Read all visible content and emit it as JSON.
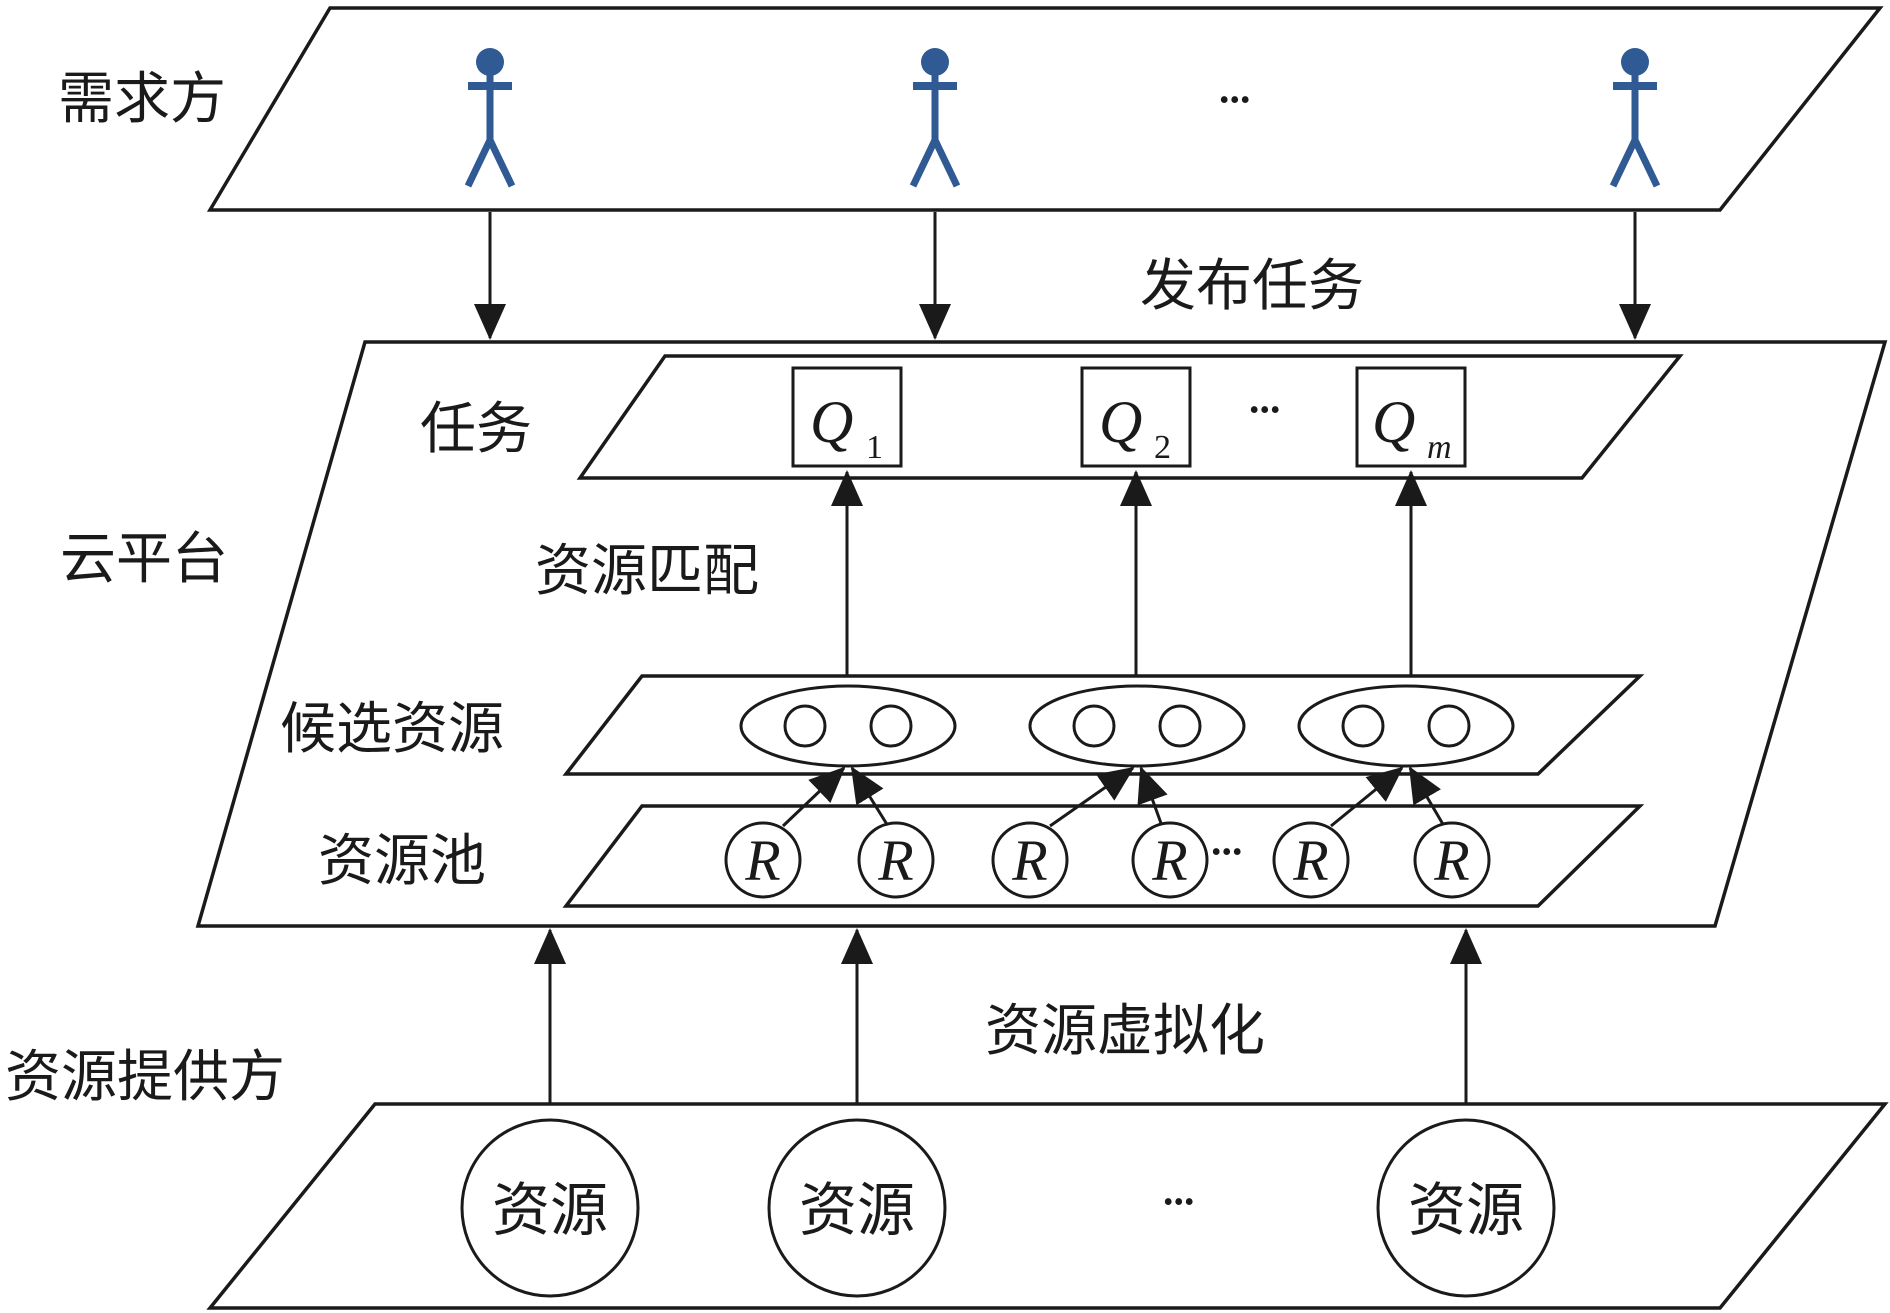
{
  "colors": {
    "line": "#1a1a1a",
    "person": "#2f5a93",
    "background": "#ffffff"
  },
  "layers": {
    "demand": {
      "label": "需求方",
      "ellipsis": "···"
    },
    "publish": {
      "label": "发布任务"
    },
    "cloud": {
      "label": "云平台"
    },
    "tasks": {
      "label": "任务",
      "items": [
        {
          "symbol": "Q",
          "sub": "1"
        },
        {
          "symbol": "Q",
          "sub": "2"
        },
        {
          "symbol": "Q",
          "sub": "m"
        }
      ],
      "ellipsis": "···"
    },
    "matching": {
      "label": "资源匹配"
    },
    "candidates": {
      "label": "候选资源"
    },
    "pool": {
      "label": "资源池",
      "resource_symbol": "R",
      "ellipsis": "···"
    },
    "virtualization": {
      "label": "资源虚拟化"
    },
    "provider": {
      "label": "资源提供方",
      "resources": [
        "资源",
        "资源",
        "资源"
      ],
      "ellipsis": "···"
    }
  },
  "icons": [
    "person-icon",
    "arrow-down-icon",
    "arrow-up-icon",
    "circle-icon",
    "ellipse-icon"
  ]
}
